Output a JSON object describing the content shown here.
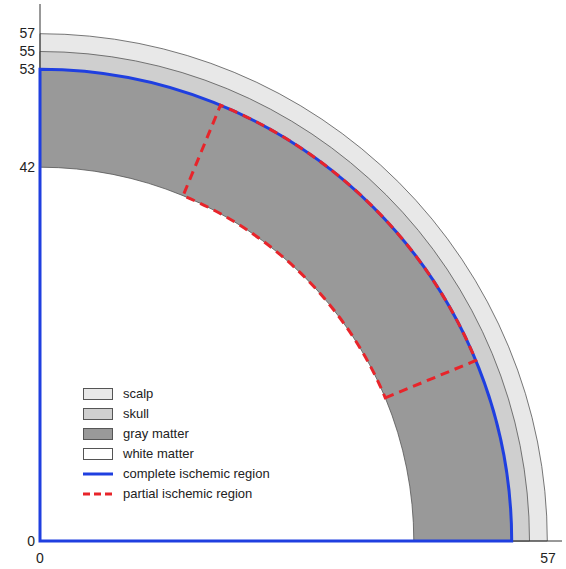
{
  "diagram": {
    "labels": [
      "57",
      "55",
      "53",
      "42",
      "0",
      "0",
      "57"
    ],
    "legend": [
      {
        "text": "scalp",
        "color": "#e8e8e8"
      },
      {
        "text": "skull",
        "color": "#cfcfcf"
      },
      {
        "text": "gray matter",
        "color": "#999999"
      },
      {
        "text": "white matter",
        "color": "#ffffff"
      },
      {
        "text": "complete ischemic region"
      },
      {
        "text": "partial ischemic region"
      }
    ]
  }
}
